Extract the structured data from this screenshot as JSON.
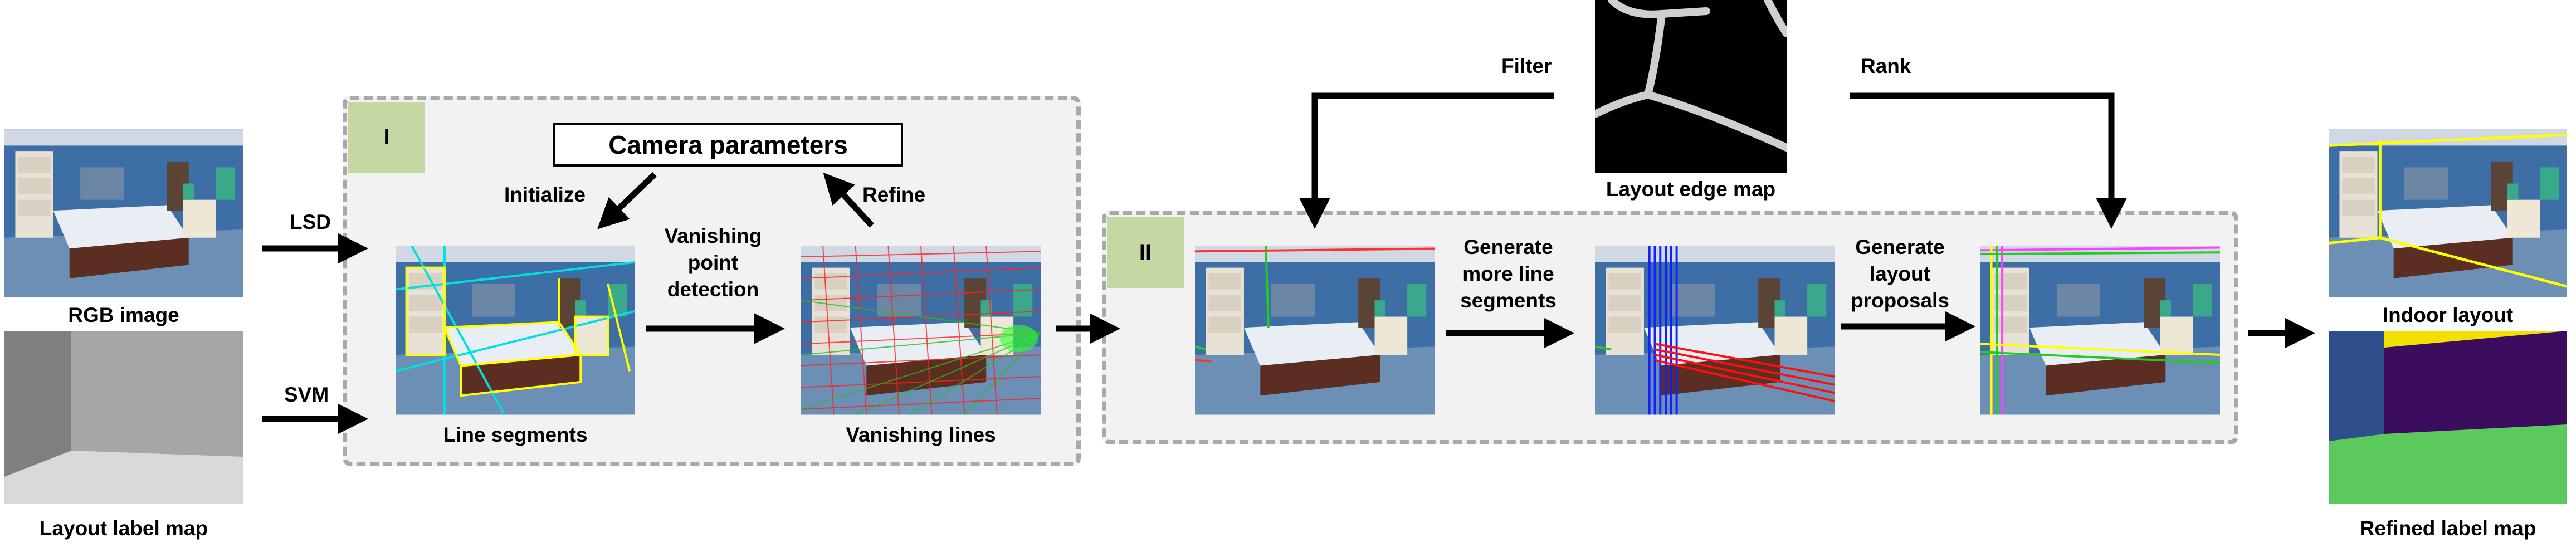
{
  "inputs": {
    "rgb_caption": "RGB image",
    "label_caption": "Layout label map",
    "lsd": "LSD",
    "svm": "SVM"
  },
  "stage1": {
    "tag": "I",
    "camera_box": "Camera parameters",
    "initialize": "Initialize",
    "refine": "Refine",
    "vp_detection": [
      "Vanishing",
      "point",
      "detection"
    ],
    "line_segments_caption": "Line segments",
    "vanishing_lines_caption": "Vanishing lines"
  },
  "edge": {
    "caption": "Layout edge map",
    "filter": "Filter",
    "rank": "Rank"
  },
  "stage2": {
    "tag": "II",
    "gen_lines": [
      "Generate",
      "more line",
      "segments"
    ],
    "gen_layout": [
      "Generate",
      "layout",
      "proposals"
    ]
  },
  "outputs": {
    "layout_caption": "Indoor layout",
    "refined_caption": "Refined label map"
  },
  "colors": {
    "panel_bg": "#f2f2f2",
    "panel_border": "#a9a9a9",
    "tag_bg": "#c5d8a4",
    "wall_blue": "#2f4f8c",
    "wall_purple": "#3c0c5e",
    "floor_green": "#5cc95c",
    "ceiling_yellow": "#f2e000"
  }
}
